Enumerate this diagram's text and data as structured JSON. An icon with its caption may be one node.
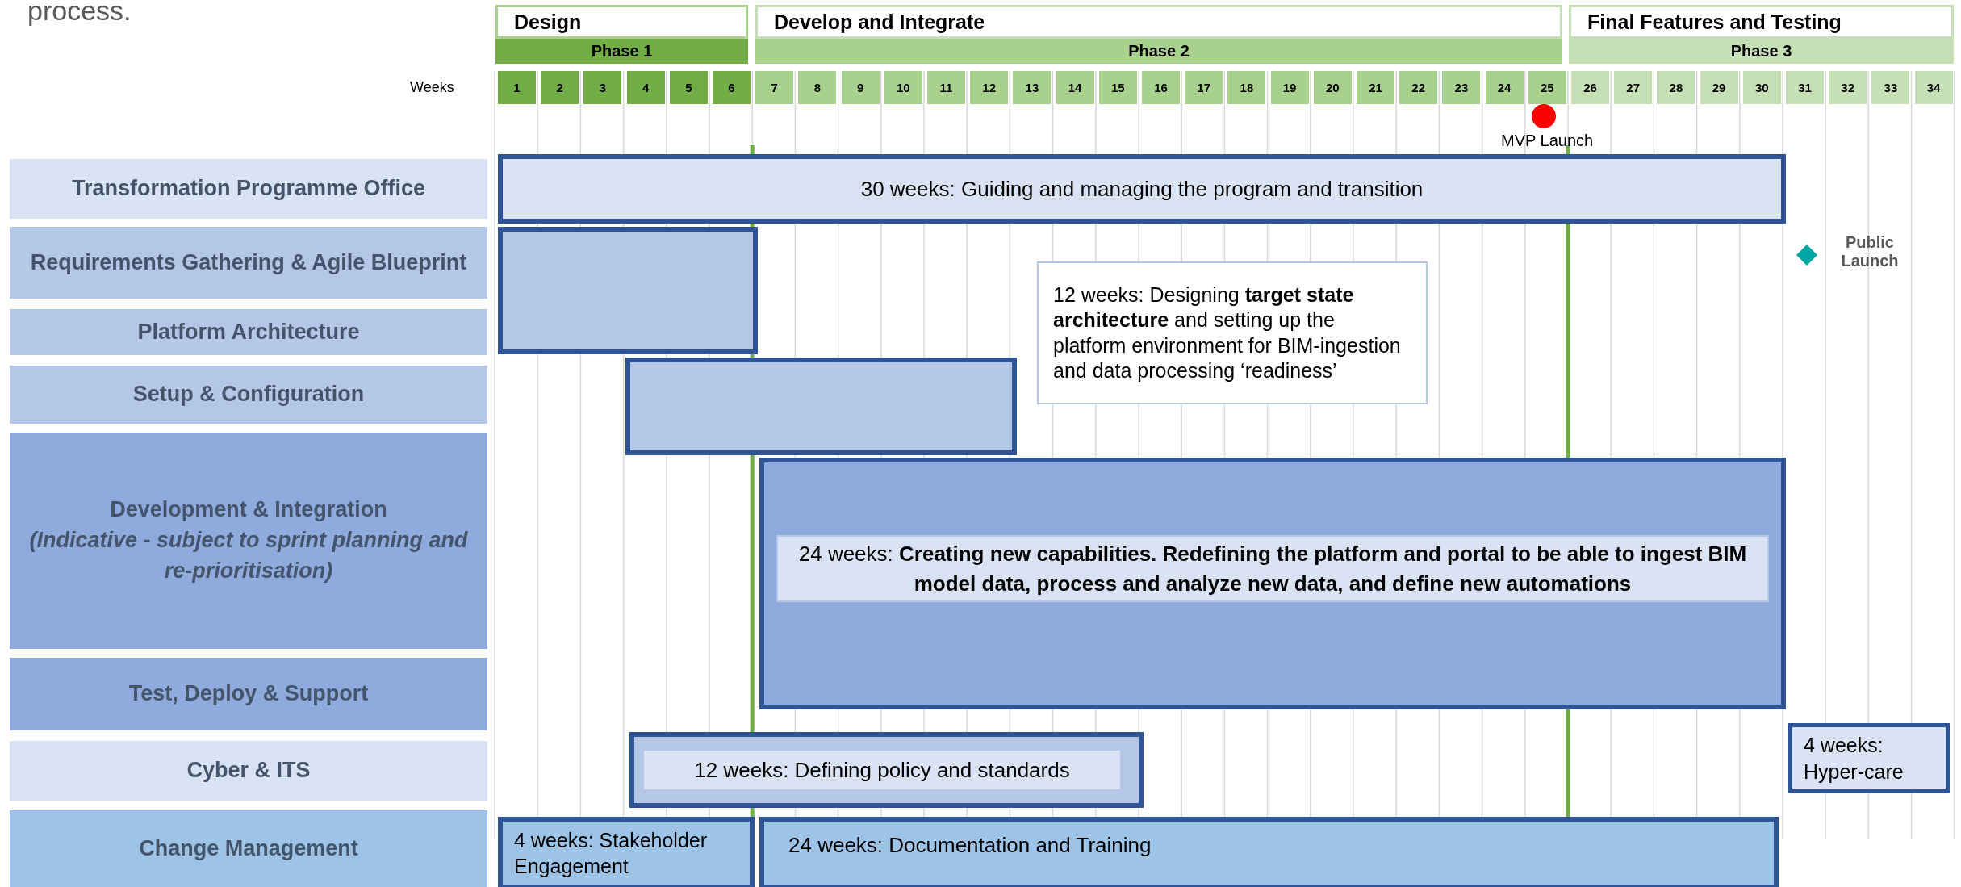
{
  "diagram": {
    "nodes": [
      {
        "text": [
          "Design"
        ]
      },
      {
        "text": [
          "Develop and Integrate"
        ]
      },
      {
        "text": [
          "Final Features and Testing"
        ]
      },
      {
        "text": [
          "Phase 1"
        ]
      },
      {
        "text": [
          "Phase 2"
        ]
      },
      {
        "text": [
          "Phase 3"
        ]
      },
      {
        "text": [
          "1"
        ]
      },
      {
        "text": [
          "2"
        ]
      },
      {
        "text": [
          "3"
        ]
      },
      {
        "text": [
          "4"
        ]
      },
      {
        "text": [
          "5"
        ]
      },
      {
        "text": [
          "6"
        ]
      },
      {
        "text": [
          "7"
        ]
      },
      {
        "text": [
          "8"
        ]
      },
      {
        "text": [
          "9"
        ]
      },
      {
        "text": [
          "10"
        ]
      },
      {
        "text": [
          "11"
        ]
      },
      {
        "text": [
          "12"
        ]
      },
      {
        "text": [
          "13"
        ]
      },
      {
        "text": [
          "14"
        ]
      },
      {
        "text": [
          "15"
        ]
      },
      {
        "text": [
          "16"
        ]
      },
      {
        "text": [
          "17"
        ]
      },
      {
        "text": [
          "18"
        ]
      },
      {
        "text": [
          "19"
        ]
      },
      {
        "text": [
          "20"
        ]
      },
      {
        "text": [
          "21"
        ]
      },
      {
        "text": [
          "22"
        ]
      },
      {
        "text": [
          "23"
        ]
      },
      {
        "text": [
          "24"
        ]
      },
      {
        "text": [
          "25"
        ]
      },
      {
        "text": [
          "26"
        ]
      },
      {
        "text": [
          "27"
        ]
      },
      {
        "text": [
          "28"
        ]
      },
      {
        "text": [
          "29"
        ]
      },
      {
        "text": [
          "30"
        ]
      },
      {
        "text": [
          "31"
        ]
      },
      {
        "text": [
          "32"
        ]
      },
      {
        "text": [
          "33"
        ]
      },
      {
        "text": [
          "34"
        ]
      },
      {
        "text": [],
        "shape": "circle",
        "beside": [
          "MVP Launch"
        ]
      },
      {
        "text": [
          "Transformation Programme Office"
        ]
      },
      {
        "text": [
          "30 weeks: Guiding and managing the program and transition"
        ]
      },
      {
        "text": [
          "Requirements Gathering & Agile Blueprint"
        ]
      },
      {
        "text": [],
        "shape": "box"
      },
      {
        "text": [],
        "shape": "diamond",
        "beside": [
          "Public Launch"
        ]
      },
      {
        "text": [
          "12 weeks: Designing **target state architecture** and setting up the platform environment for BIM-ingestion and data processing ‘readiness’"
        ]
      },
      {
        "text": [
          "Platform Architecture"
        ]
      },
      {
        "text": [
          "Setup & Configuration"
        ]
      },
      {
        "text": [],
        "shape": "box"
      },
      {
        "text": [
          "Development & Integration",
          "(Indicative - subject to sprint planning and re-prioritisation)"
        ]
      },
      {
        "text": [],
        "shape": "box"
      },
      {
        "text": [
          "24 weeks: **Creating new capabilities. Redefining the platform and portal to be able to ingest BIM model data, process and analyze new data, and define new automations**"
        ],
        "in": 51
      },
      {
        "text": [
          "Test, Deploy & Support"
        ]
      },
      {
        "text": [
          "Cyber & ITS"
        ]
      },
      {
        "text": [],
        "shape": "box"
      },
      {
        "text": [
          "12 weeks: Defining policy and standards"
        ],
        "in": 55
      },
      {
        "text": [
          "4 weeks: Hyper-care"
        ]
      },
      {
        "text": [
          "Change Management"
        ]
      },
      {
        "text": [
          "4 weeks: Stakeholder Engagement"
        ]
      },
      {
        "text": [
          "24 weeks: Documentation and Training"
        ]
      }
    ],
    "edges": [],
    "labels": [
      "process.",
      "Weeks"
    ]
  }
}
